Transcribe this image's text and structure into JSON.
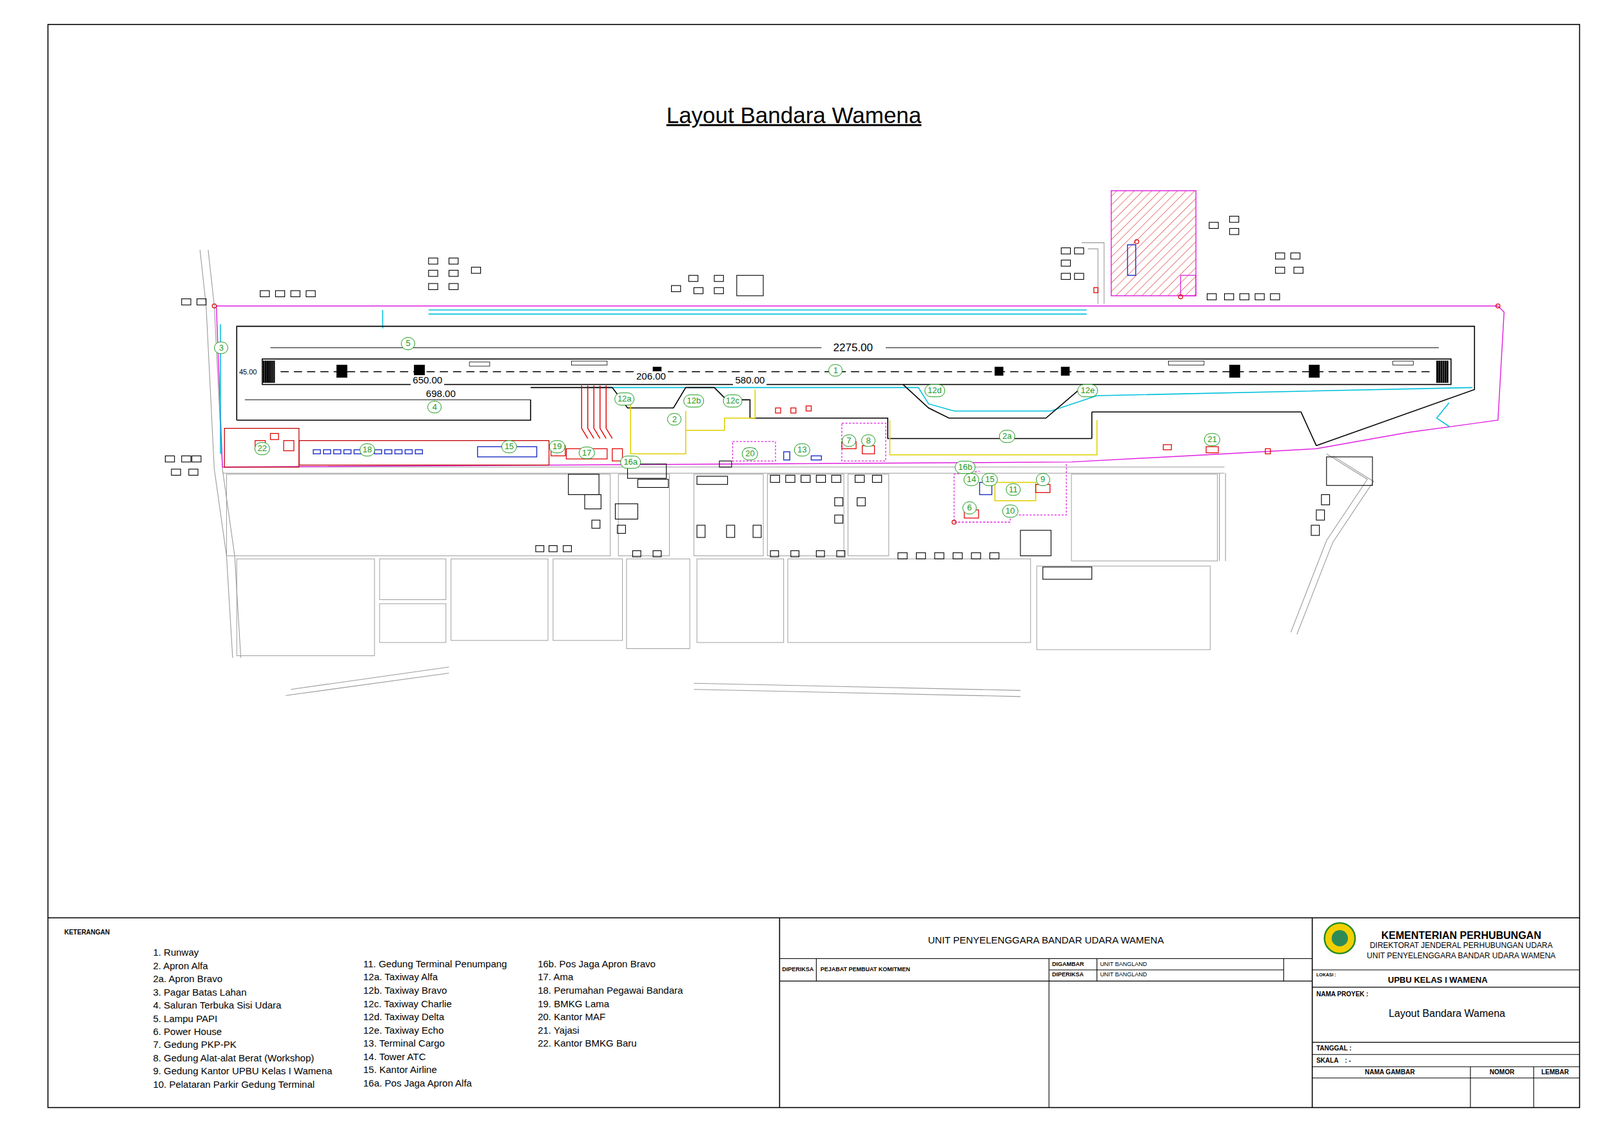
{
  "diagram": {
    "title": "Layout Bandara Wamena",
    "labels": [
      "2275.00",
      "45.00",
      "650.00",
      "698.00",
      "206.00",
      "580.00",
      "3",
      "5",
      "4",
      "1",
      "12a",
      "12b",
      "12c",
      "2",
      "12d",
      "12e",
      "2a",
      "22",
      "18",
      "15",
      "19",
      "17",
      "16a",
      "20",
      "13",
      "7",
      "8",
      "21",
      "16b",
      "14",
      "15",
      "11",
      "9",
      "10",
      "6",
      "KETERANGAN",
      "UNIT PENYELENGGARA BANDAR UDARA WAMENA",
      "DIPERIKSA",
      "PEJABAT PEMBUAT KOMITMEN",
      "DIGAMBAR",
      "UNIT BANGLAND",
      "DIPERIKSA",
      "UNIT BANGLAND",
      "KEMENTERIAN PERHUBUNGAN",
      "DIREKTORAT JENDERAL PERHUBUNGAN UDARA",
      "UNIT PENYELENGGARA BANDAR UDARA WAMENA",
      "LOKASI :",
      "UPBU KELAS I WAMENA",
      "NAMA PROYEK :",
      "Layout Bandara Wamena",
      "TANGGAL :",
      "SKALA",
      ": -",
      "NAMA GAMBAR",
      "NOMOR",
      "LEMBAR"
    ],
    "legend": [
      {
        "text": "1. Runway"
      },
      {
        "text": "2. Apron Alfa"
      },
      {
        "text": "2a. Apron Bravo"
      },
      {
        "text": "3. Pagar Batas Lahan"
      },
      {
        "text": "4. Saluran Terbuka Sisi Udara"
      },
      {
        "text": "5. Lampu PAPI"
      },
      {
        "text": "6. Power House"
      },
      {
        "text": "7. Gedung PKP-PK"
      },
      {
        "text": "8. Gedung Alat-alat Berat (Workshop)"
      },
      {
        "text": "9. Gedung Kantor UPBU Kelas I Wamena"
      },
      {
        "text": "10. Pelataran Parkir Gedung Terminal"
      },
      {
        "text": "11. Gedung Terminal Penumpang"
      },
      {
        "text": "12a. Taxiway Alfa"
      },
      {
        "text": "12b. Taxiway Bravo"
      },
      {
        "text": "12c. Taxiway Charlie"
      },
      {
        "text": "12d. Taxiway Delta"
      },
      {
        "text": "12e. Taxiway Echo"
      },
      {
        "text": "13. Terminal Cargo"
      },
      {
        "text": "14. Tower ATC"
      },
      {
        "text": "15. Kantor Airline"
      },
      {
        "text": "16a. Pos Jaga Apron Alfa"
      },
      {
        "text": "16b. Pos Jaga Apron Bravo"
      },
      {
        "text": "17. Ama"
      },
      {
        "text": "18. Perumahan Pegawai Bandara"
      },
      {
        "text": "19. BMKG Lama"
      },
      {
        "text": "20. Kantor MAF"
      },
      {
        "text": "21. Yajasi"
      },
      {
        "text": "22. Kantor BMKG Baru"
      }
    ]
  }
}
